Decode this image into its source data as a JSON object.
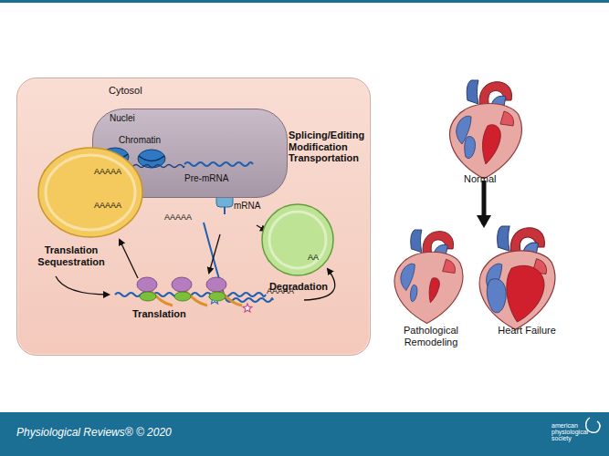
{
  "diagram": {
    "nodes": [
      {
        "text": [
          "Cytosol"
        ]
      },
      {
        "text": [
          "Nuclei",
          "Chromatin",
          "Pre-mRNA"
        ],
        "in": 0
      },
      {
        "text": [
          "AAAAA",
          "AAAAA"
        ],
        "in": 0
      },
      {
        "text": [
          "AA",
          "Degradation"
        ],
        "in": 0
      }
    ],
    "labels": [
      "Splicing/Editing Modification Transportation",
      "mRNA",
      "AAAAA",
      "Translation Sequestration",
      "Translation",
      "AAAAA",
      "Normal",
      "Pathological Remodeling",
      "Heart Failure",
      "Physiological Reviews® © 2020",
      "american physiological society"
    ]
  }
}
